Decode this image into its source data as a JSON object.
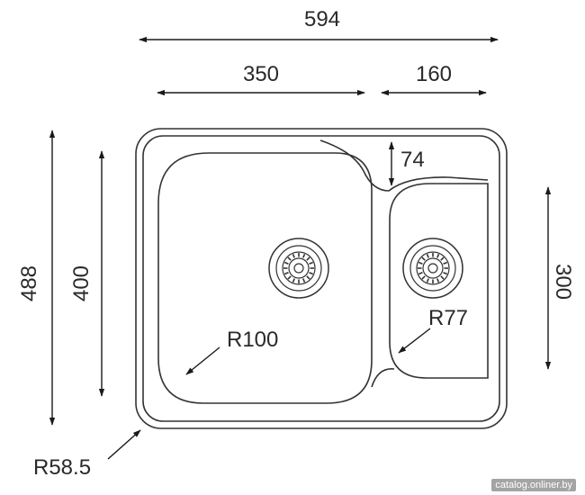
{
  "dimensions": {
    "overall_width": "594",
    "large_bowl_width": "350",
    "small_bowl_width": "160",
    "overall_height": "488",
    "large_bowl_height": "400",
    "small_bowl_height": "300",
    "small_bowl_offset": "74",
    "large_bowl_radius": "R100",
    "small_bowl_radius": "R77",
    "corner_radius": "R58.5"
  },
  "watermark": "catalog.onliner.by"
}
